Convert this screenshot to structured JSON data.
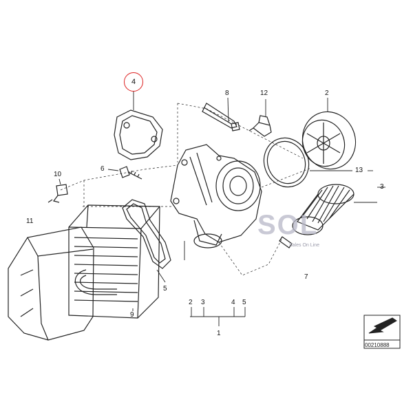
{
  "callouts": {
    "part_1": "1",
    "part_2": "2",
    "part_3": "3",
    "part_4": "4",
    "part_5": "5",
    "part_6": "6",
    "part_7": "7",
    "part_8": "8",
    "part_9": "9",
    "part_10": "10",
    "part_11": "11",
    "part_12": "12",
    "part_13": "13",
    "group": [
      "2",
      "3",
      "4",
      "5"
    ]
  },
  "highlight": {
    "part": "4",
    "color": "#d22222"
  },
  "watermark": {
    "text": "SOL",
    "subtitle": "Sales On Line",
    "color": "#b8b8c8"
  },
  "image_code": "00210888",
  "colors": {
    "line": "#222222",
    "background": "#ffffff"
  }
}
